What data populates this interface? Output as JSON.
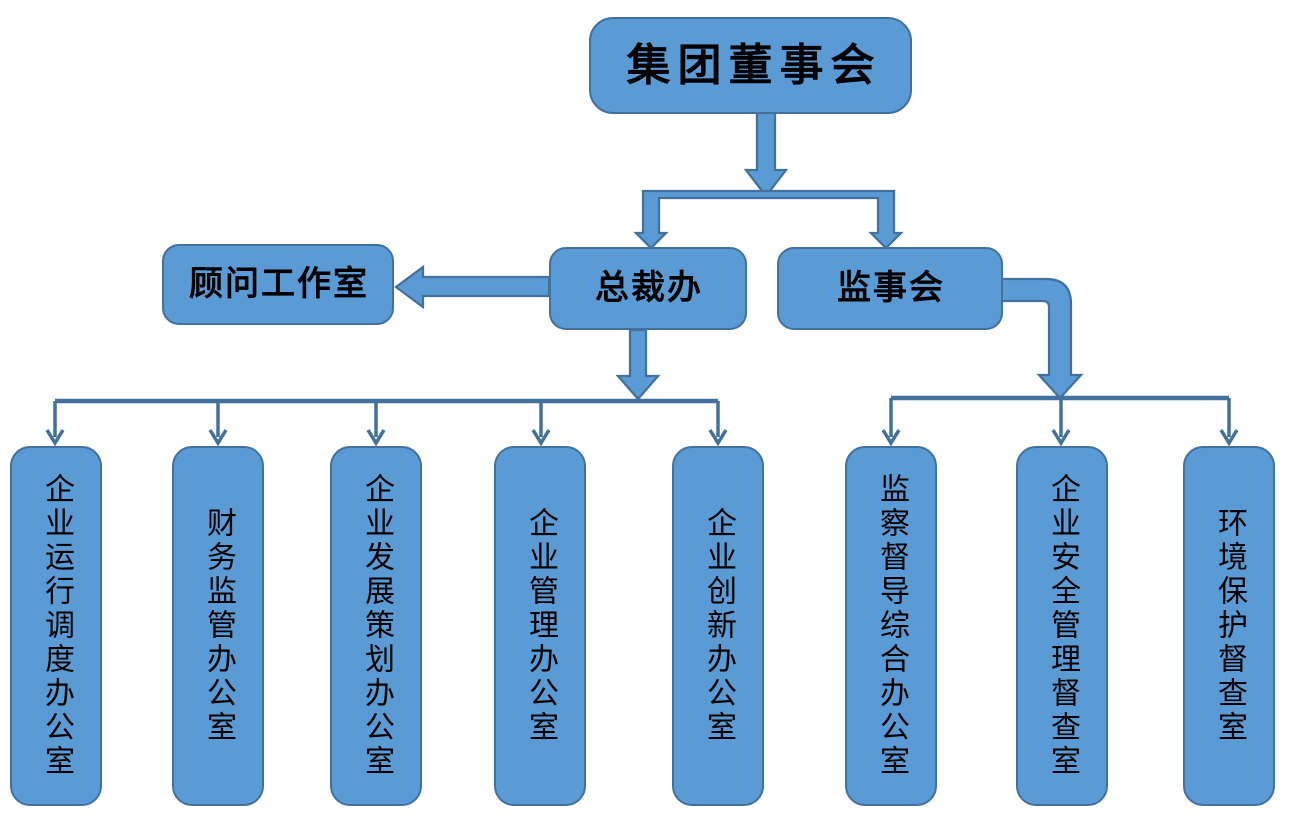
{
  "diagram": {
    "type": "org-chart",
    "nodes": {
      "board": {
        "label": "集团董事会"
      },
      "advisor": {
        "label": "顾问工作室"
      },
      "president": {
        "label": "总裁办"
      },
      "supervisory": {
        "label": "监事会"
      },
      "president_children": [
        {
          "label": "企业运行调度办公室"
        },
        {
          "label": "财务监管办公室"
        },
        {
          "label": "企业发展策划办公室"
        },
        {
          "label": "企业管理办公室"
        },
        {
          "label": "企业创新办公室"
        }
      ],
      "supervisory_children": [
        {
          "label": "监察督导综合办公室"
        },
        {
          "label": "企业安全管理督查室"
        },
        {
          "label": "环境保护督查室"
        }
      ]
    },
    "colors": {
      "node_fill": "#5B9BD5",
      "node_border": "#41719C",
      "connector": "#41719C",
      "text": "#000000",
      "background": "#FFFFFF"
    }
  }
}
